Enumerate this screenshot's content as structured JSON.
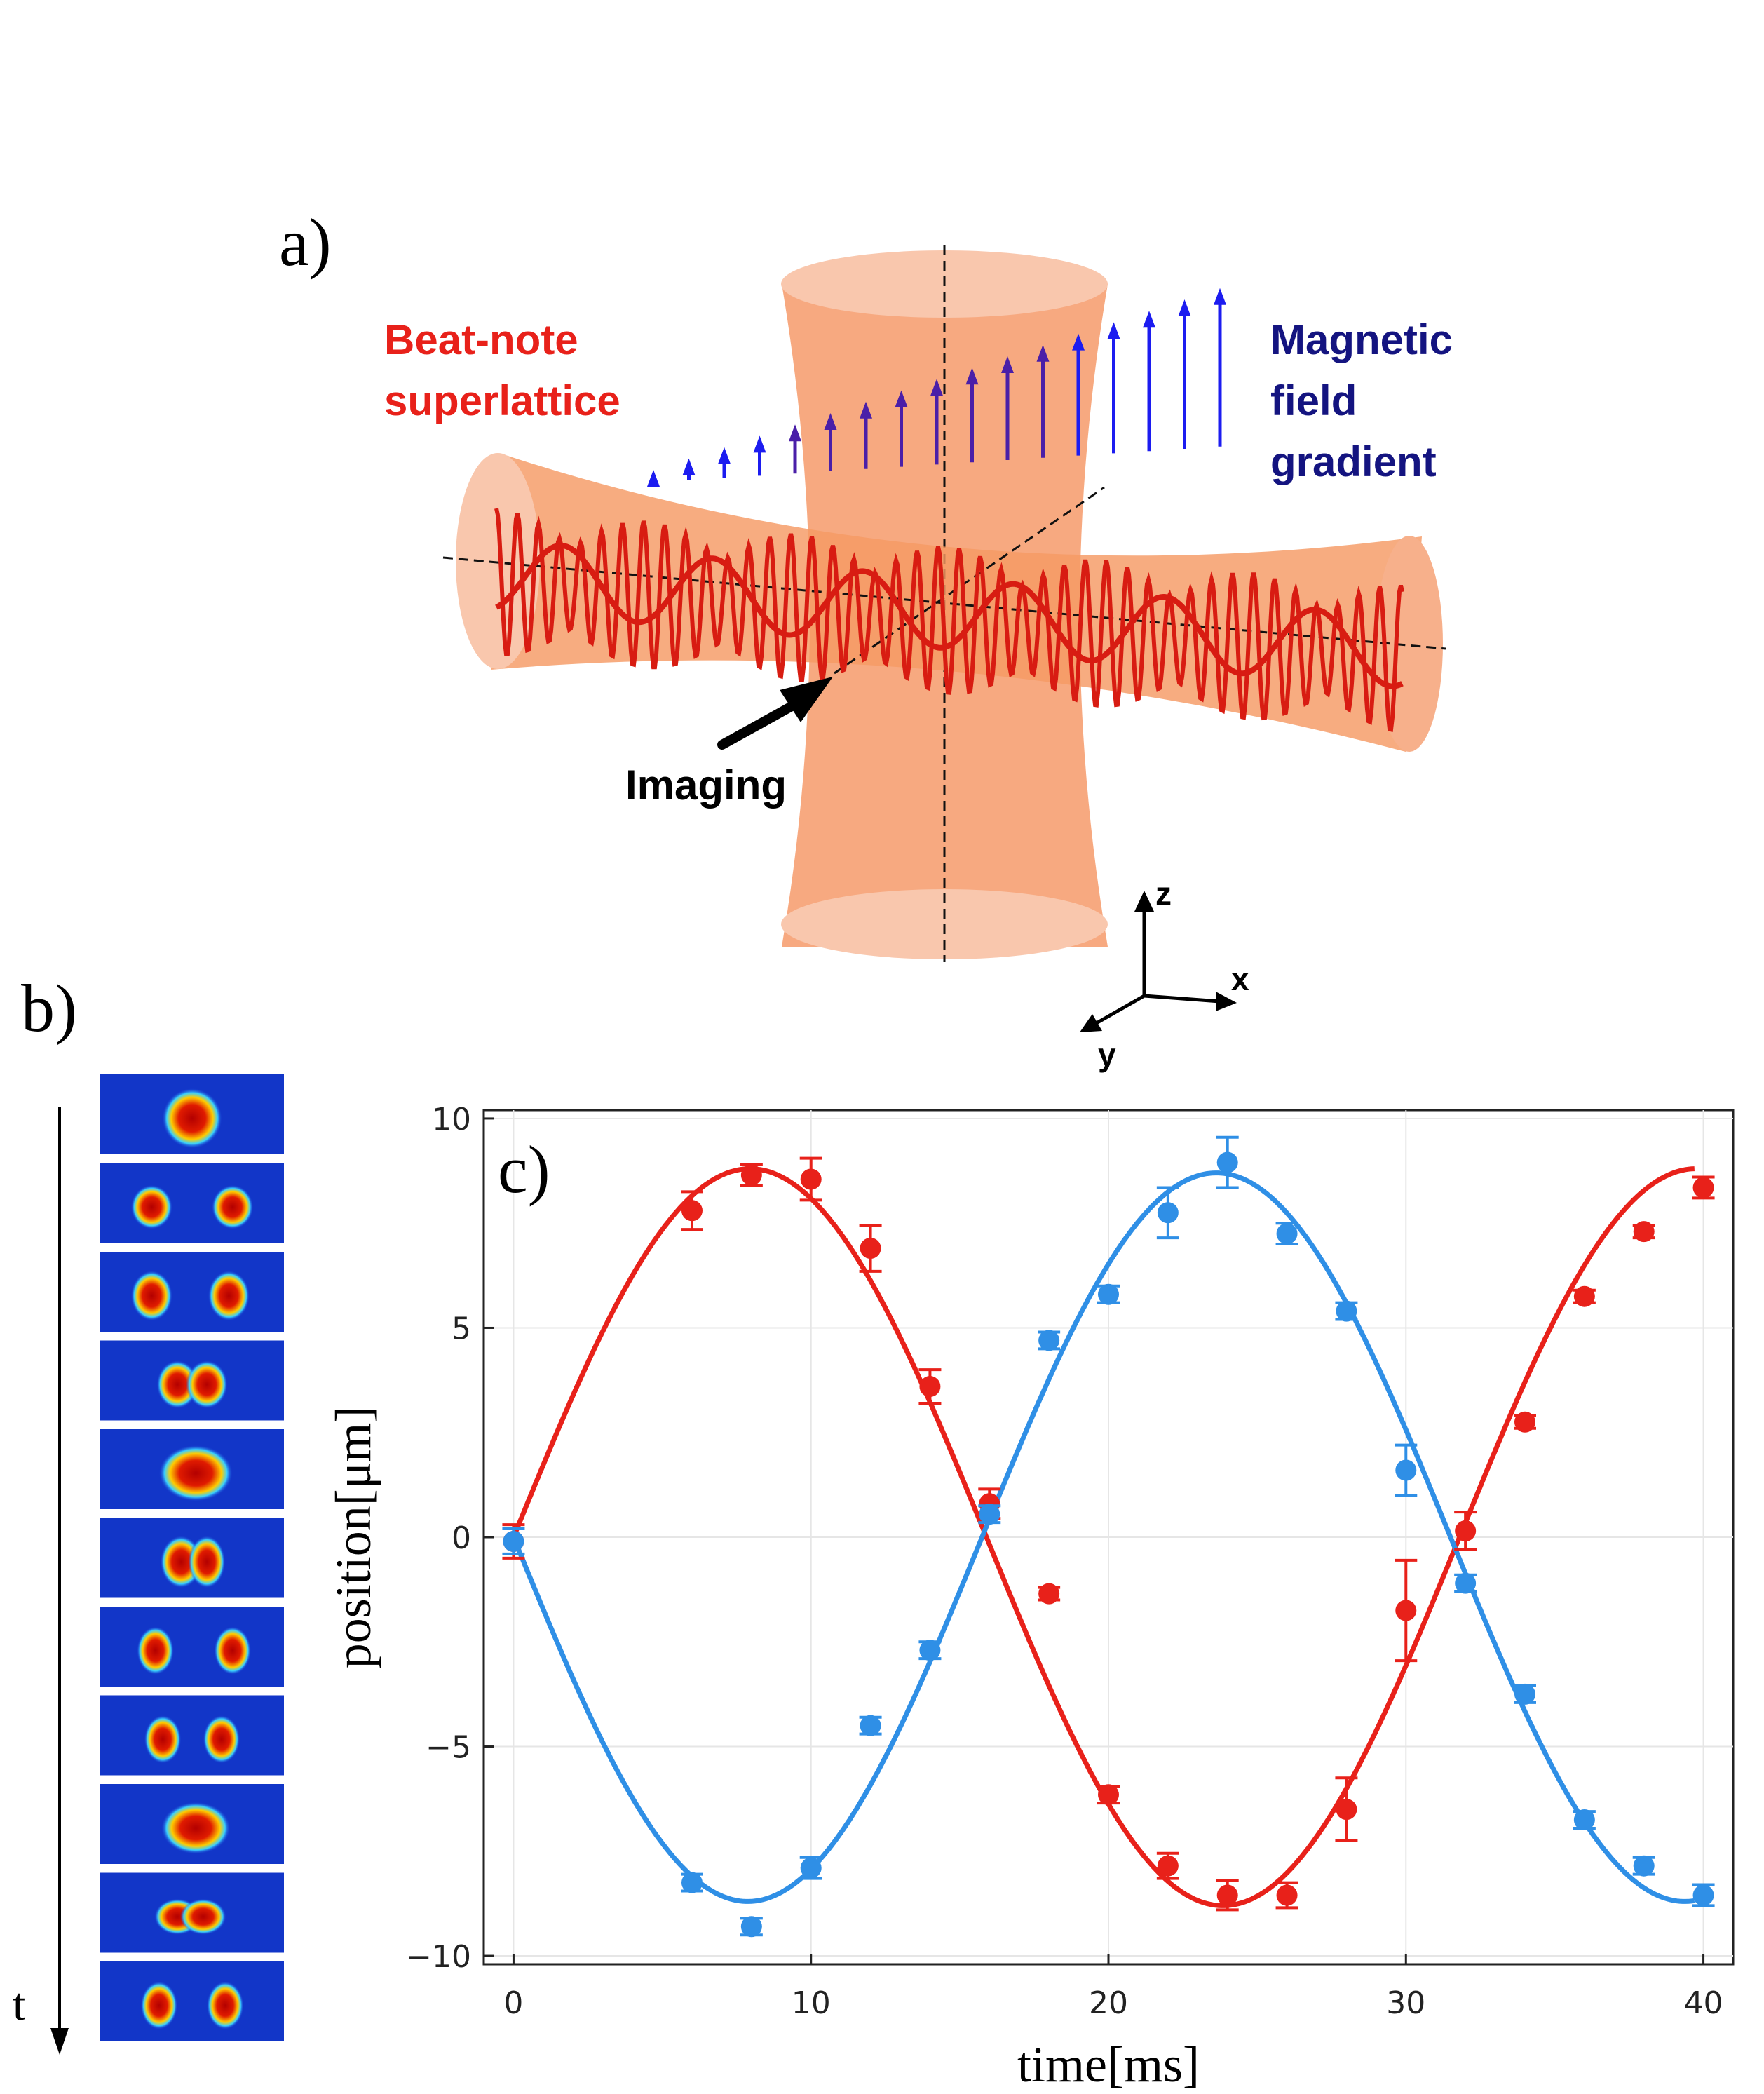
{
  "panels": {
    "a": "a)",
    "b": "b)",
    "c": "c)"
  },
  "diagram": {
    "beat_note_label": [
      "Beat-note",
      "superlattice"
    ],
    "magnetic_label": [
      "Magnetic",
      "field",
      "gradient"
    ],
    "imaging_label": "Imaging",
    "axes": {
      "z": "z",
      "x": "x",
      "y": "y"
    },
    "colors": {
      "beam": "#f7a37c",
      "lattice": "#d81c12",
      "arrow_blue": "#1c1cf0",
      "arrow_purple": "#4a1fa8",
      "beat_label": "#e8211a",
      "magnetic_label": "#141480"
    }
  },
  "image_strip": {
    "time_label": "t",
    "frames": 11
  },
  "chart_data": {
    "type": "scatter",
    "xlabel": "time[ms]",
    "ylabel": "position[μm]",
    "xlim": [
      -1,
      41
    ],
    "ylim": [
      -10.2,
      10.2
    ],
    "xticks": [
      0,
      10,
      20,
      30,
      40
    ],
    "yticks": [
      10,
      5,
      0,
      -5,
      -10
    ],
    "ytick_labels": [
      "10",
      "5",
      "0",
      "−5",
      "−10"
    ],
    "grid": true,
    "series": [
      {
        "color": "#e8211a",
        "points": [
          {
            "x": 0,
            "y": -0.1,
            "err": 0.4
          },
          {
            "x": 6,
            "y": 7.8,
            "err": 0.45
          },
          {
            "x": 8,
            "y": 8.65,
            "err": 0.25
          },
          {
            "x": 10,
            "y": 8.55,
            "err": 0.5
          },
          {
            "x": 12,
            "y": 6.9,
            "err": 0.55
          },
          {
            "x": 14,
            "y": 3.6,
            "err": 0.4
          },
          {
            "x": 16,
            "y": 0.8,
            "err": 0.35
          },
          {
            "x": 18,
            "y": -1.35,
            "err": 0.15
          },
          {
            "x": 20,
            "y": -6.15,
            "err": 0.2
          },
          {
            "x": 22,
            "y": -7.85,
            "err": 0.3
          },
          {
            "x": 24,
            "y": -8.55,
            "err": 0.35
          },
          {
            "x": 26,
            "y": -8.55,
            "err": 0.3
          },
          {
            "x": 28,
            "y": -6.5,
            "err": 0.75
          },
          {
            "x": 30,
            "y": -1.75,
            "err": 1.2
          },
          {
            "x": 32,
            "y": 0.15,
            "err": 0.45
          },
          {
            "x": 34,
            "y": 2.75,
            "err": 0.15
          },
          {
            "x": 36,
            "y": 5.75,
            "err": 0.15
          },
          {
            "x": 38,
            "y": 7.3,
            "err": 0.15
          },
          {
            "x": 40,
            "y": 8.35,
            "err": 0.25
          }
        ],
        "fit": {
          "amplitude": 8.8,
          "period": 31.8,
          "phase_sign": 1
        }
      },
      {
        "color": "#2f8fe6",
        "points": [
          {
            "x": 0,
            "y": -0.1,
            "err": 0.3
          },
          {
            "x": 6,
            "y": -8.25,
            "err": 0.2
          },
          {
            "x": 8,
            "y": -9.3,
            "err": 0.2
          },
          {
            "x": 10,
            "y": -7.9,
            "err": 0.25
          },
          {
            "x": 12,
            "y": -4.5,
            "err": 0.2
          },
          {
            "x": 14,
            "y": -2.7,
            "err": 0.2
          },
          {
            "x": 16,
            "y": 0.55,
            "err": 0.2
          },
          {
            "x": 18,
            "y": 4.7,
            "err": 0.2
          },
          {
            "x": 20,
            "y": 5.8,
            "err": 0.2
          },
          {
            "x": 22,
            "y": 7.75,
            "err": 0.6
          },
          {
            "x": 24,
            "y": 8.95,
            "err": 0.6
          },
          {
            "x": 26,
            "y": 7.25,
            "err": 0.25
          },
          {
            "x": 28,
            "y": 5.4,
            "err": 0.2
          },
          {
            "x": 30,
            "y": 1.6,
            "err": 0.6
          },
          {
            "x": 32,
            "y": -1.1,
            "err": 0.2
          },
          {
            "x": 34,
            "y": -3.75,
            "err": 0.2
          },
          {
            "x": 36,
            "y": -6.75,
            "err": 0.2
          },
          {
            "x": 38,
            "y": -7.85,
            "err": 0.2
          },
          {
            "x": 40,
            "y": -8.55,
            "err": 0.25
          }
        ],
        "fit": {
          "amplitude": 8.7,
          "period": 31.5,
          "phase_sign": -1
        }
      }
    ]
  }
}
